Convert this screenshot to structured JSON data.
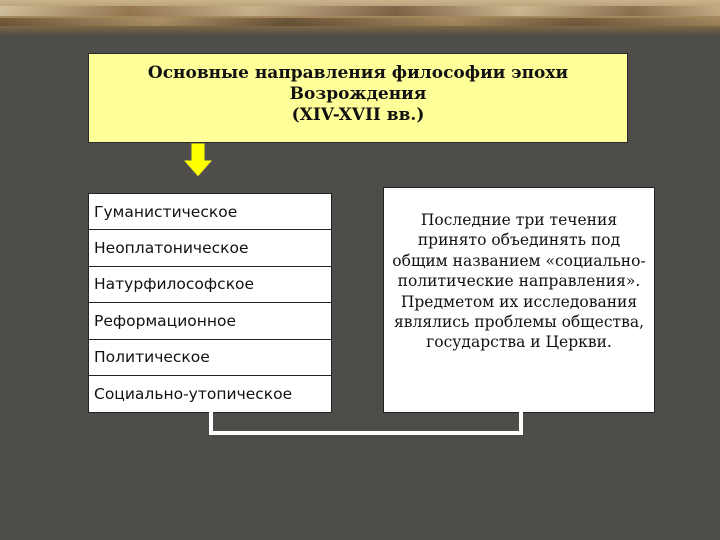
{
  "title": {
    "line1": "Основные направления философии эпохи",
    "line2": "Возрождения",
    "line3": "(XIV-XVII вв.)"
  },
  "colors": {
    "title_fill": "#ffff99",
    "arrow_fill": "#ffff00",
    "box_fill": "#ffffff",
    "background": "#4f4d4a"
  },
  "directions": [
    "Гуманистическое",
    "Неоплатоническое",
    "Натурфилософское",
    "Реформационное",
    "Политическое",
    "Социально-утопическое"
  ],
  "note": "Последние три течения принято объединять под общим названием «социально-политические направления». Предметом их исследования являлись проблемы общества, государства и Церкви."
}
